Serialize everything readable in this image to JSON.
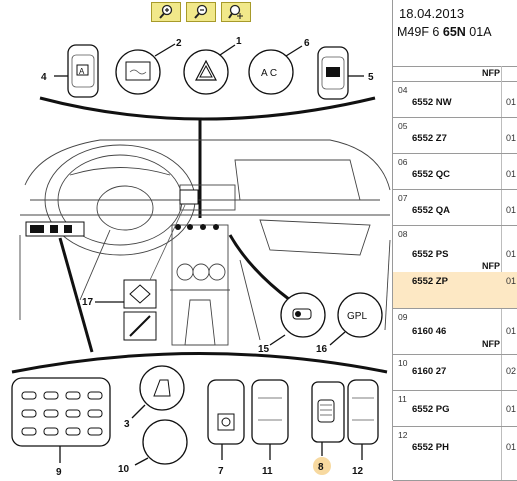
{
  "toolbar": {
    "zoom_in_icon": "zoom-in-icon",
    "zoom_out_icon": "zoom-out-icon",
    "zoom_fit_icon": "zoom-fit-icon"
  },
  "header": {
    "date": "18.04.2013",
    "code_prefix": "M49F 6",
    "code_bold": "65N",
    "code_suffix": "01A"
  },
  "table": {
    "column_header": "NFP",
    "rows": [
      {
        "index": "04",
        "ref": "6552 NW",
        "qty": "01",
        "note": ""
      },
      {
        "index": "05",
        "ref": "6552 Z7",
        "qty": "01",
        "note": ""
      },
      {
        "index": "06",
        "ref": "6552 QC",
        "qty": "01",
        "note": ""
      },
      {
        "index": "07",
        "ref": "6552 QA",
        "qty": "01",
        "note": ""
      },
      {
        "index": "08",
        "ref": "6552 PS",
        "qty": "01",
        "note": "NFP"
      },
      {
        "index": "",
        "ref": "6552 ZP",
        "qty": "01",
        "note": ""
      },
      {
        "index": "09",
        "ref": "6160 46",
        "qty": "01",
        "note": "NFP"
      },
      {
        "index": "10",
        "ref": "6160 27",
        "qty": "02",
        "note": ""
      },
      {
        "index": "11",
        "ref": "6552 PG",
        "qty": "01",
        "note": ""
      },
      {
        "index": "12",
        "ref": "6552 PH",
        "qty": "01",
        "note": ""
      }
    ]
  },
  "callouts": [
    "1",
    "2",
    "3",
    "4",
    "5",
    "6",
    "7",
    "8",
    "9",
    "10",
    "11",
    "12",
    "15",
    "16",
    "17"
  ],
  "switch_labels": {
    "ac": "A C",
    "gpl": "GPL"
  },
  "colors": {
    "selected_row": "#fde8c4",
    "toolbar_button": "#f1e88a",
    "highlight_circle": "#f7d9a0"
  }
}
